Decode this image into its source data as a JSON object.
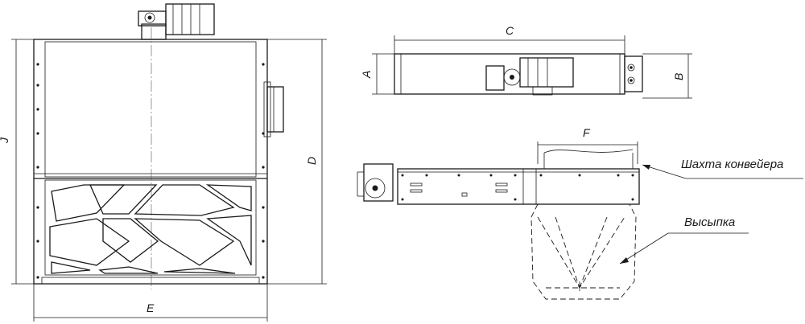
{
  "labels": {
    "dim_j": "J",
    "dim_d": "D",
    "dim_e": "E",
    "dim_c": "C",
    "dim_a": "A",
    "dim_b": "B",
    "dim_f": "F",
    "conveyor_shaft": "Шахта конвейера",
    "discharge": "Высыпка"
  }
}
